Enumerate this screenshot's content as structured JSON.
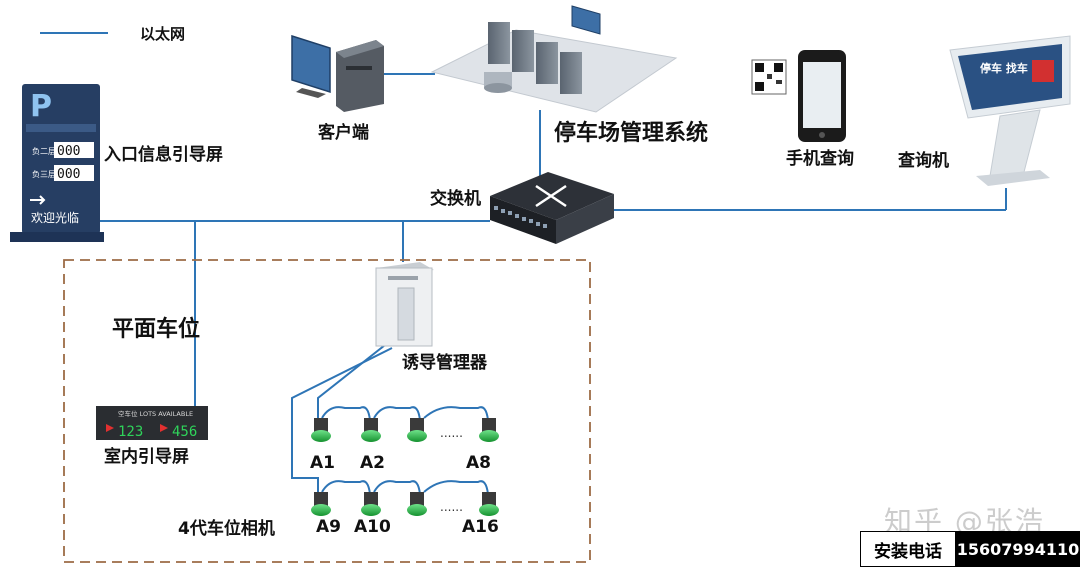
{
  "legend": {
    "label": "以太网",
    "line_color": "#2E75B6"
  },
  "nodes": {
    "entrance_screen": {
      "label": "入口信息引导屏",
      "screen_row1_label": "负二层",
      "screen_row1_digits": "000",
      "screen_row2_label": "负三层",
      "screen_row2_digits": "000",
      "welcome": "欢迎光临",
      "sign_letter": "P"
    },
    "client": {
      "label": "客户端"
    },
    "management_system": {
      "label": "停车场管理系统"
    },
    "phone": {
      "label": "手机查询"
    },
    "kiosk": {
      "label": "查询机",
      "screen_text": "停车 找车"
    },
    "switch": {
      "label": "交换机"
    },
    "guidance_manager": {
      "label": "诱导管理器"
    },
    "indoor_screen": {
      "label": "室内引导屏",
      "header": "空车位 LOTS AVAILABLE",
      "value_left": "123",
      "value_right": "456"
    },
    "cameras": {
      "label": "4代车位相机"
    }
  },
  "zone": {
    "label": "平面车位"
  },
  "cameras": {
    "row1": [
      "A1",
      "A2",
      "A8"
    ],
    "row2": [
      "A9",
      "A10",
      "A16"
    ],
    "ellipsis": "......"
  },
  "footer": {
    "label": "安装电话",
    "value": "15607994110"
  },
  "watermark": "知乎 @张浩",
  "colors": {
    "line": "#2E75B6",
    "zone_border": "#9C6B45",
    "camera_green": "#2CB24A",
    "screen_red": "#E23030",
    "screen_green": "#2FD35A"
  }
}
